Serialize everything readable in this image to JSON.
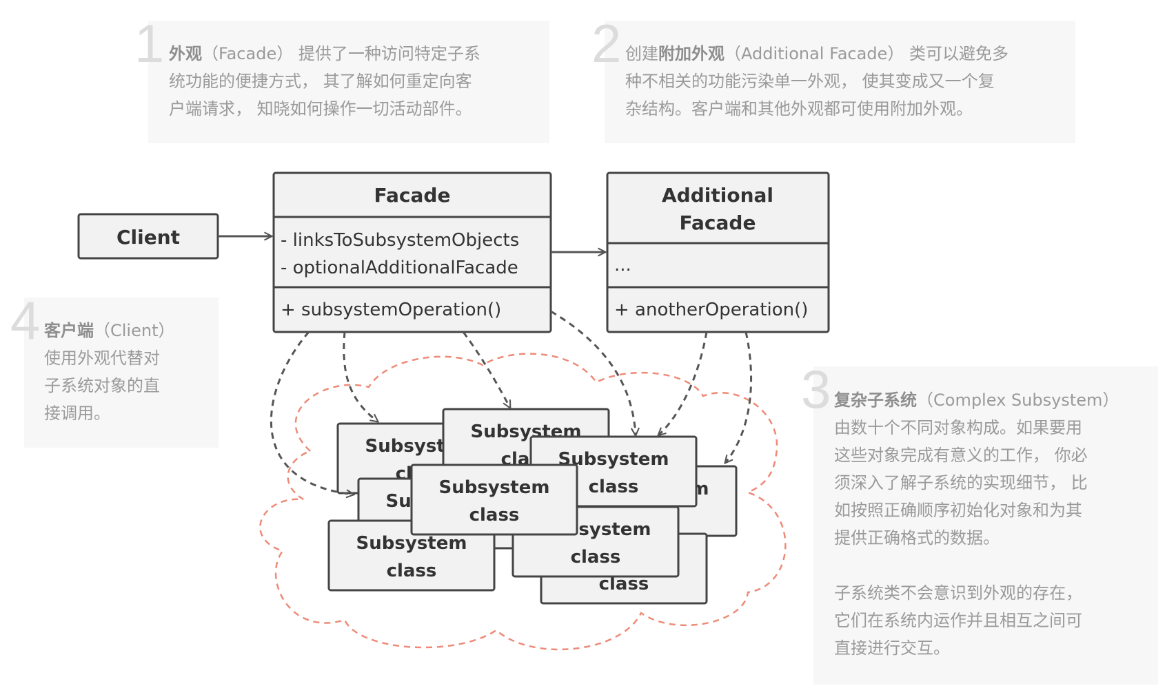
{
  "notes": [
    {
      "num": "1",
      "lines": [
        [
          {
            "t": "外观",
            "b": true
          },
          {
            "t": "（Facade） 提供了一种访问特定子系"
          }
        ],
        [
          {
            "t": "统功能的便捷方式， 其了解如何重定向客"
          }
        ],
        [
          {
            "t": "户端请求， 知晓如何操作一切活动部件。"
          }
        ]
      ]
    },
    {
      "num": "2",
      "lines": [
        [
          {
            "t": "创建"
          },
          {
            "t": "附加外观",
            "b": true
          },
          {
            "t": "（Additional Facade） 类可以避免多"
          }
        ],
        [
          {
            "t": "种不相关的功能污染单一外观， 使其变成又一个复"
          }
        ],
        [
          {
            "t": "杂结构。客户端和其他外观都可使用附加外观。"
          }
        ]
      ]
    },
    {
      "num": "3",
      "lines": [
        [
          {
            "t": "复杂子系统",
            "b": true
          },
          {
            "t": "（Complex Subsystem）"
          }
        ],
        [
          {
            "t": "由数十个不同对象构成。如果要用"
          }
        ],
        [
          {
            "t": "这些对象完成有意义的工作， 你必"
          }
        ],
        [
          {
            "t": "须深入了解子系统的实现细节， 比"
          }
        ],
        [
          {
            "t": "如按照正确顺序初始化对象和为其"
          }
        ],
        [
          {
            "t": "提供正确格式的数据。"
          }
        ],
        [
          {
            "t": ""
          }
        ],
        [
          {
            "t": "子系统类不会意识到外观的存在，"
          }
        ],
        [
          {
            "t": "它们在系统内运作并且相互之间可"
          }
        ],
        [
          {
            "t": "直接进行交互。"
          }
        ]
      ]
    },
    {
      "num": "4",
      "lines": [
        [
          {
            "t": "客户端",
            "b": true
          },
          {
            "t": "（Client）"
          }
        ],
        [
          {
            "t": "使用外观代替对"
          }
        ],
        [
          {
            "t": "子系统对象的直"
          }
        ],
        [
          {
            "t": "接调用。"
          }
        ]
      ]
    }
  ],
  "client": {
    "label": "Client"
  },
  "facade": {
    "title": "Facade",
    "fields": [
      "- linksToSubsystemObjects",
      "- optionalAdditionalFacade"
    ],
    "methods": [
      "+ subsystemOperation()"
    ]
  },
  "additional_facade": {
    "title_lines": [
      "Additional",
      "Facade"
    ],
    "fields": [
      "..."
    ],
    "methods": [
      "+ anotherOperation()"
    ]
  },
  "subsystem_label": [
    "Subsystem",
    "class"
  ],
  "colors": {
    "box_fill": "#f2f2f2",
    "box_stroke": "#444444",
    "arrow": "#555555",
    "cloud": "#ee8a77",
    "note_bg": "#f7f7f7",
    "note_text": "#9a9a9a"
  }
}
